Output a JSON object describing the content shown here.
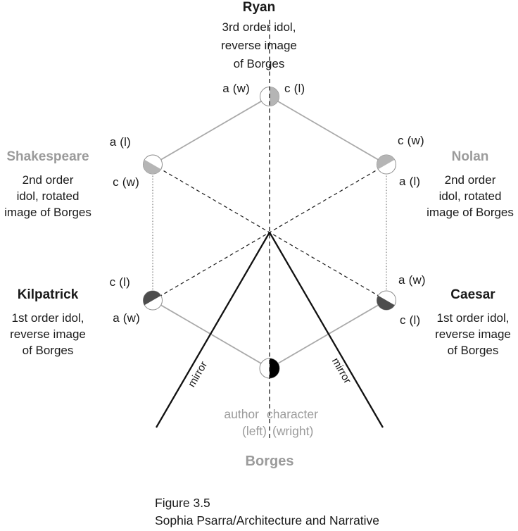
{
  "figure": {
    "caption_line1": "Figure 3.5",
    "caption_line2": "Sophia Psarra/Architecture and Narrative"
  },
  "colors": {
    "light_gray_fill": "#b5b5b5",
    "dark_gray_fill": "#4d4d4d",
    "black_fill": "#000000",
    "gray_text": "#9b9b9b",
    "edge_gray": "#a9a9a9"
  },
  "nodes": {
    "ryan": {
      "name": "Ryan",
      "lines": [
        "3rd order idol,",
        "reverse image",
        "of Borges"
      ],
      "left_label": "a (w)",
      "right_label": "c (l)"
    },
    "shakespeare": {
      "name": "Shakespeare",
      "lines": [
        "2nd order",
        "idol, rotated",
        "image of Borges"
      ],
      "top_label": "a (l)",
      "bottom_label": "c (w)"
    },
    "nolan": {
      "name": "Nolan",
      "lines": [
        "2nd order",
        "idol, rotated",
        "image of Borges"
      ],
      "top_label": "c (w)",
      "bottom_label": "a (l)"
    },
    "kilpatrick": {
      "name": "Kilpatrick",
      "lines": [
        "1st order idol,",
        "reverse image",
        "of Borges"
      ],
      "top_label": "c (l)",
      "bottom_label": "a (w)"
    },
    "caesar": {
      "name": "Caesar",
      "lines": [
        "1st order idol,",
        "reverse image",
        "of Borges"
      ],
      "top_label": "a (w)",
      "bottom_label": "c (l)"
    },
    "borges": {
      "name": "Borges"
    }
  },
  "axis": {
    "author": "author",
    "author_sub": "(left)",
    "character": "character",
    "character_sub": "(wright)"
  },
  "mirror_label": "mirror"
}
